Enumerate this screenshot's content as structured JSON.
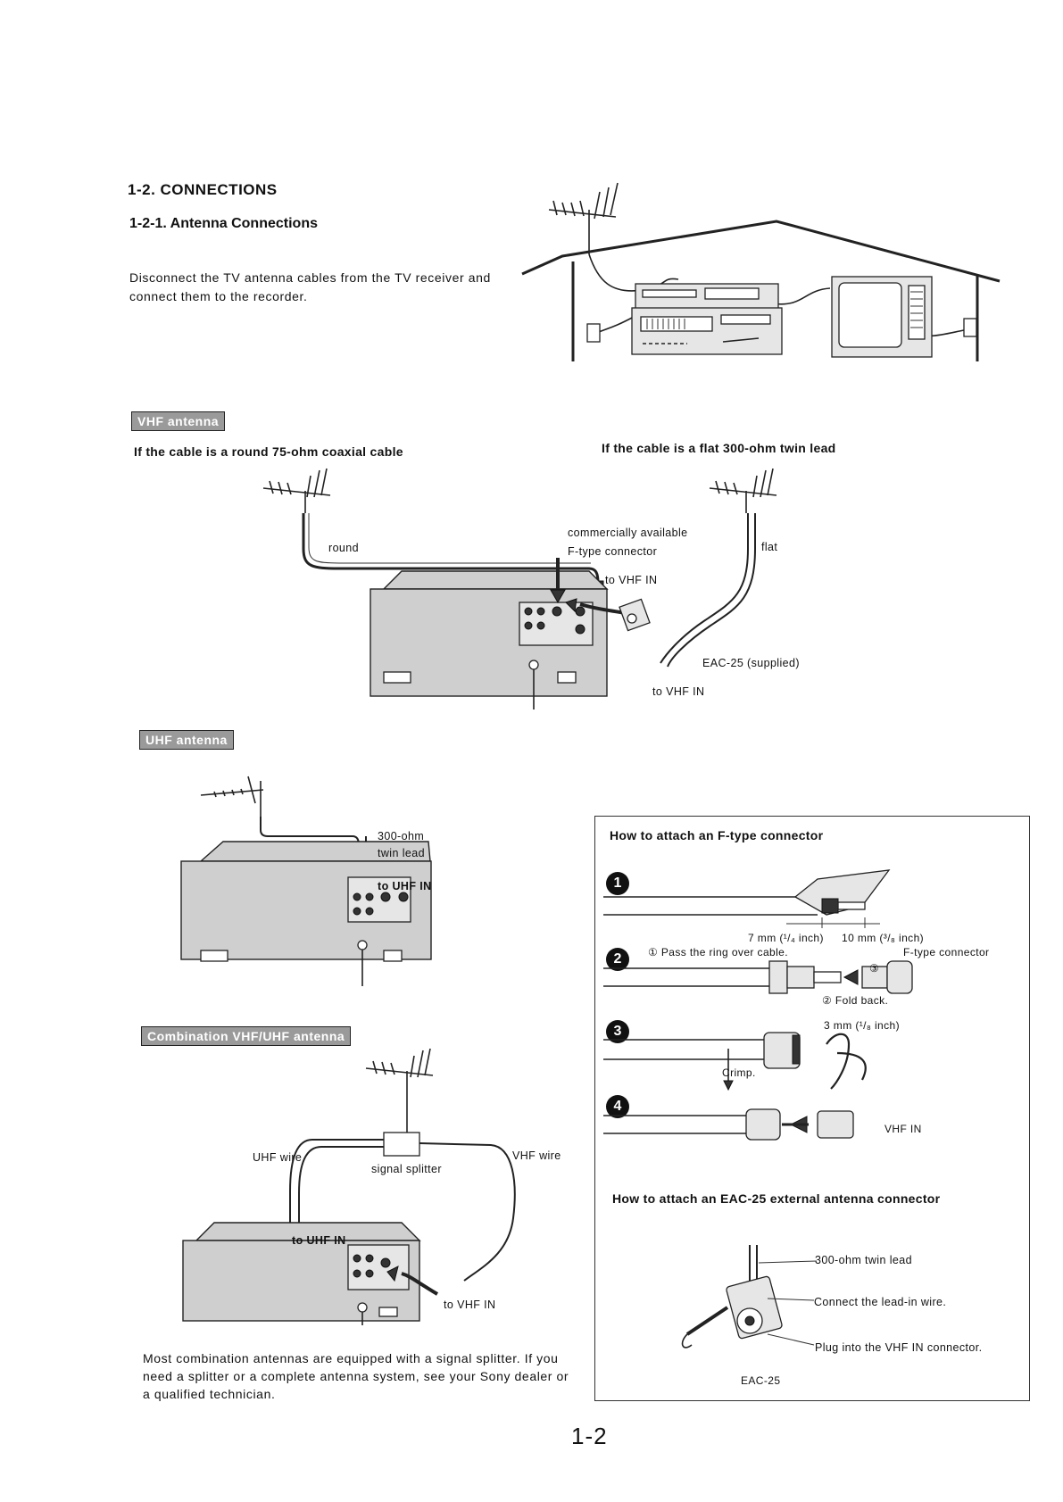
{
  "section": {
    "title": "1-2. CONNECTIONS",
    "subtitle": "1-2-1. Antenna Connections",
    "intro": "Disconnect the TV antenna cables from the TV receiver and connect them to the recorder."
  },
  "vhf": {
    "tag": "VHF antenna",
    "round_heading": "If the cable is a round 75-ohm coaxial cable",
    "flat_heading": "If the cable is a flat 300-ohm twin lead",
    "labels": {
      "round": "round",
      "commercial_1": "commercially available",
      "commercial_2": "F-type connector",
      "to_vhf_in_top": "to VHF IN",
      "flat": "flat",
      "eac25": "EAC-25 (supplied)",
      "to_vhf_in_bottom": "to VHF IN"
    }
  },
  "uhf": {
    "tag": "UHF antenna",
    "labels": {
      "lead_1": "300-ohm",
      "lead_2": "twin lead",
      "to_uhf_in": "to UHF IN"
    }
  },
  "combo": {
    "tag": "Combination VHF/UHF antenna",
    "labels": {
      "uhf_wire": "UHF wire",
      "vhf_wire": "VHF wire",
      "splitter": "signal splitter",
      "to_uhf_in": "to UHF IN",
      "to_vhf_in": "to VHF IN"
    },
    "note": "Most combination antennas are equipped with a signal splitter. If you need a splitter or a complete antenna system, see your Sony dealer or a qualified technician."
  },
  "ftype_box": {
    "title": "How to attach an F-type connector",
    "steps": [
      "1",
      "2",
      "3",
      "4"
    ],
    "dim_7mm": "7 mm (¹/₄ inch)",
    "dim_10mm": "10 mm (³/₈ inch)",
    "step2_pass": "① Pass the ring over cable.",
    "step2_num3": "③",
    "ftype_connector": "F-type connector",
    "fold_back": "② Fold back.",
    "dim_3mm": "3 mm (¹/₈ inch)",
    "crimp": "Crimp.",
    "vhf_in": "VHF IN",
    "eac_title": "How to attach an EAC-25 external antenna connector",
    "eac_lead": "300-ohm twin lead",
    "eac_connect": "Connect the lead-in wire.",
    "eac_plug": "Plug into the VHF IN connector.",
    "eac_name": "EAC-25"
  },
  "page_number": "1-2"
}
